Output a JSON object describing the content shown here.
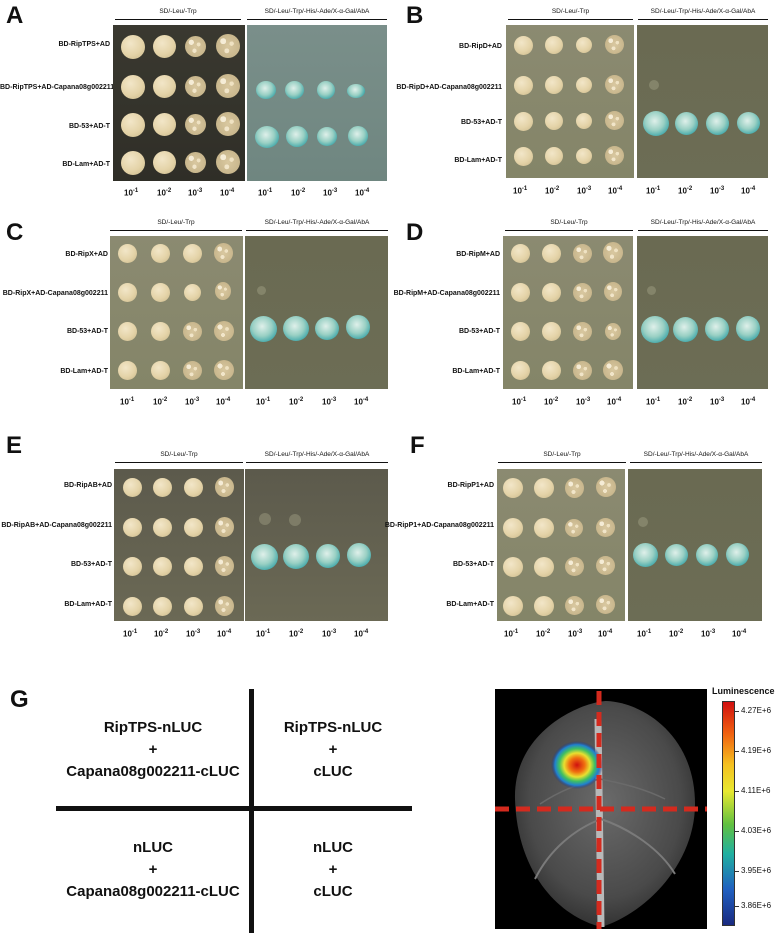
{
  "panels": [
    {
      "letter": "A",
      "cond_left": "SD/-Leu/-Trp",
      "cond_right": "SD/-Leu/-Trp/-His/-Ade/X-α-Gal/AbA",
      "rows": [
        "BD-RipTPS+AD",
        "BD-RipTPS+AD-Capana08g002211",
        "BD-53+AD-T",
        "BD-Lam+AD-T"
      ]
    },
    {
      "letter": "B",
      "cond_left": "SD/-Leu/-Trp",
      "cond_right": "SD/-Leu/-Trp/-His/-Ade/X-α-Gal/AbA",
      "rows": [
        "BD-RipD+AD",
        "BD-RipD+AD-Capana08g002211",
        "BD-53+AD-T",
        "BD-Lam+AD-T"
      ]
    },
    {
      "letter": "C",
      "cond_left": "SD/-Leu/-Trp",
      "cond_right": "SD/-Leu/-Trp/-His/-Ade/X-α-Gal/AbA",
      "rows": [
        "BD-RipX+AD",
        "BD-RipX+AD-Capana08g002211",
        "BD-53+AD-T",
        "BD-Lam+AD-T"
      ]
    },
    {
      "letter": "D",
      "cond_left": "SD/-Leu/-Trp",
      "cond_right": "SD/-Leu/-Trp/-His/-Ade/X-α-Gal/AbA",
      "rows": [
        "BD-RipM+AD",
        "BD-RipM+AD-Capana08g002211",
        "BD-53+AD-T",
        "BD-Lam+AD-T"
      ]
    },
    {
      "letter": "E",
      "cond_left": "SD/-Leu/-Trp",
      "cond_right": "SD/-Leu/-Trp/-His/-Ade/X-α-Gal/AbA",
      "rows": [
        "BD-RipAB+AD",
        "BD-RipAB+AD-Capana08g002211",
        "BD-53+AD-T",
        "BD-Lam+AD-T"
      ]
    },
    {
      "letter": "F",
      "cond_left": "SD/-Leu/-Trp",
      "cond_right": "SD/-Leu/-Trp/-His/-Ade/X-α-Gal/AbA",
      "rows": [
        "BD-RipP1+AD",
        "BD-RipP1+AD-Capana08g002211",
        "BD-53+AD-T",
        "BD-Lam+AD-T"
      ]
    }
  ],
  "dilution_base": "10",
  "dilution_exps": [
    "-1",
    "-2",
    "-3",
    "-4"
  ],
  "panel_g": {
    "letter": "G",
    "quadrants": [
      {
        "line1": "RipTPS-nLUC",
        "line2": "+",
        "line3": "Capana08g002211-cLUC"
      },
      {
        "line1": "RipTPS-nLUC",
        "line2": "+",
        "line3": "cLUC"
      },
      {
        "line1": "nLUC",
        "line2": "+",
        "line3": "Capana08g002211-cLUC"
      },
      {
        "line1": "nLUC",
        "line2": "+",
        "line3": "cLUC"
      }
    ],
    "legend_title": "Luminescence",
    "legend_ticks": [
      "4.27E+6",
      "4.19E+6",
      "4.11E+6",
      "4.03E+6",
      "3.95E+6",
      "3.86E+6"
    ],
    "colors": {
      "divider": "#d42a1e",
      "bar_top": "#d01010",
      "bar_bottom": "#1a2a80"
    }
  }
}
